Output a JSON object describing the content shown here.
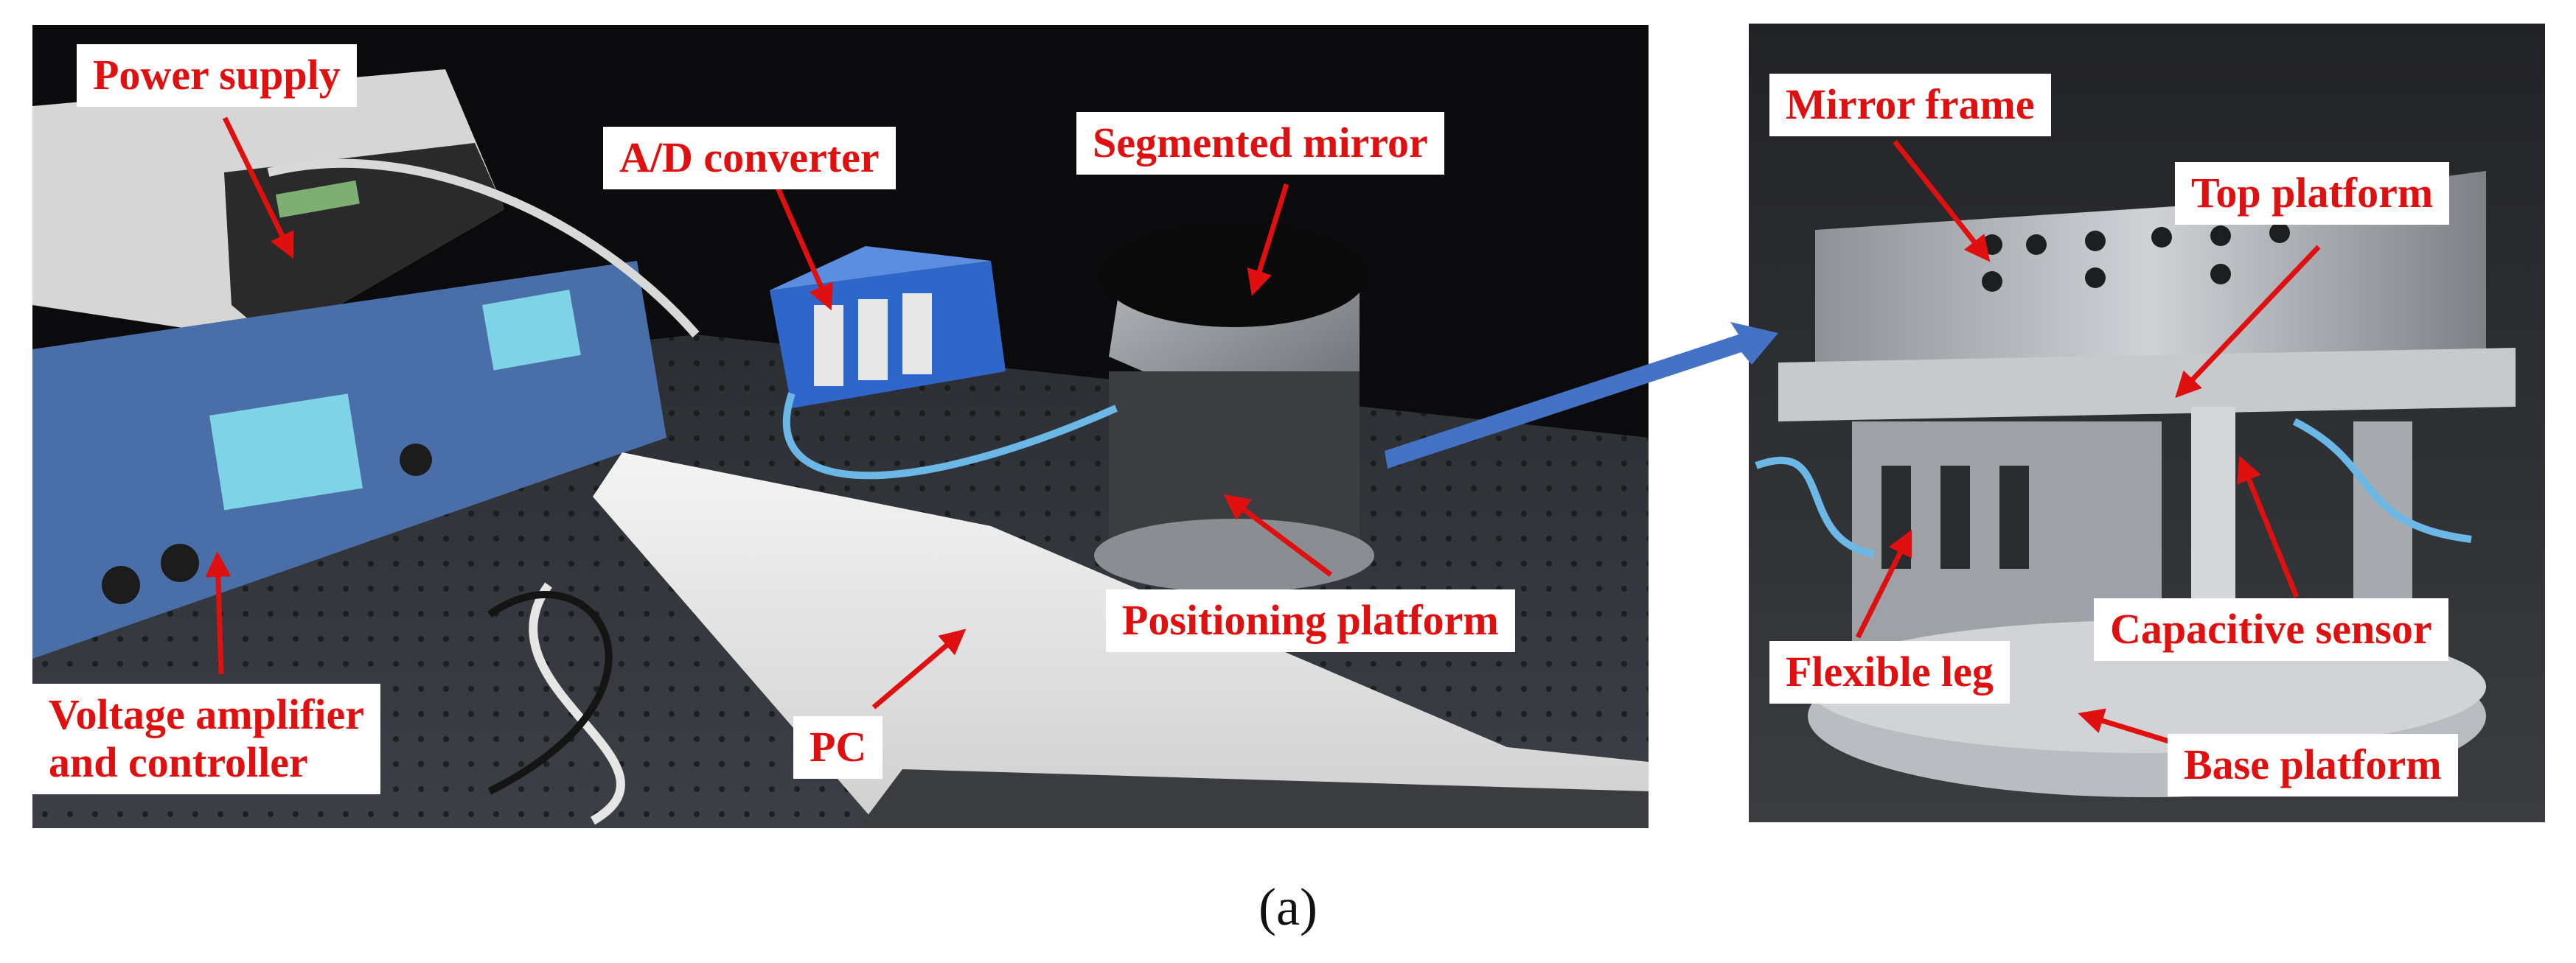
{
  "figure": {
    "caption": "(a)",
    "left_photo_labels": {
      "power_supply": "Power supply",
      "ad_converter": "A/D converter",
      "segmented_mirror": "Segmented mirror",
      "positioning_platform": "Positioning platform",
      "voltage_amplifier_line1": "Voltage amplifier",
      "voltage_amplifier_line2": "and controller",
      "pc": "PC"
    },
    "right_photo_labels": {
      "mirror_frame": "Mirror frame",
      "top_platform": "Top platform",
      "capacitive_sensor": "Capacitive sensor",
      "flexible_leg": "Flexible leg",
      "base_platform": "Base platform"
    },
    "colors": {
      "label_text": "#e01010",
      "label_background": "#ffffff",
      "pointer_arrow": "#e01010",
      "connector_arrow": "#4472c4"
    }
  }
}
